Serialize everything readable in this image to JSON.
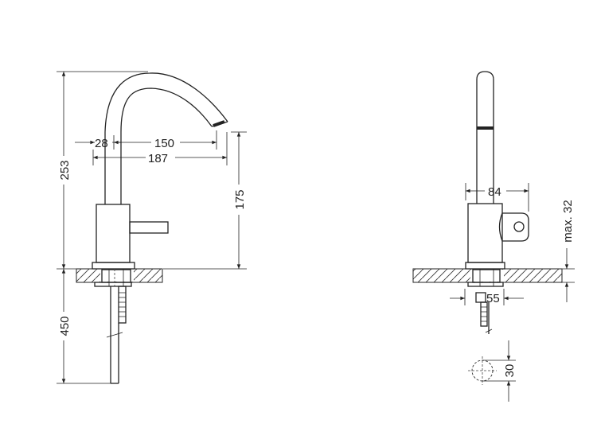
{
  "front_view": {
    "dimensions": {
      "spout_clearance": "28",
      "spout_reach": "150",
      "total_reach": "187",
      "total_height": "253",
      "spout_height": "175",
      "hose_length": "450"
    }
  },
  "side_view": {
    "dimensions": {
      "body_width": "84",
      "max_counter": "max. 32",
      "fixing": "55",
      "hole_diameter": "30"
    }
  }
}
